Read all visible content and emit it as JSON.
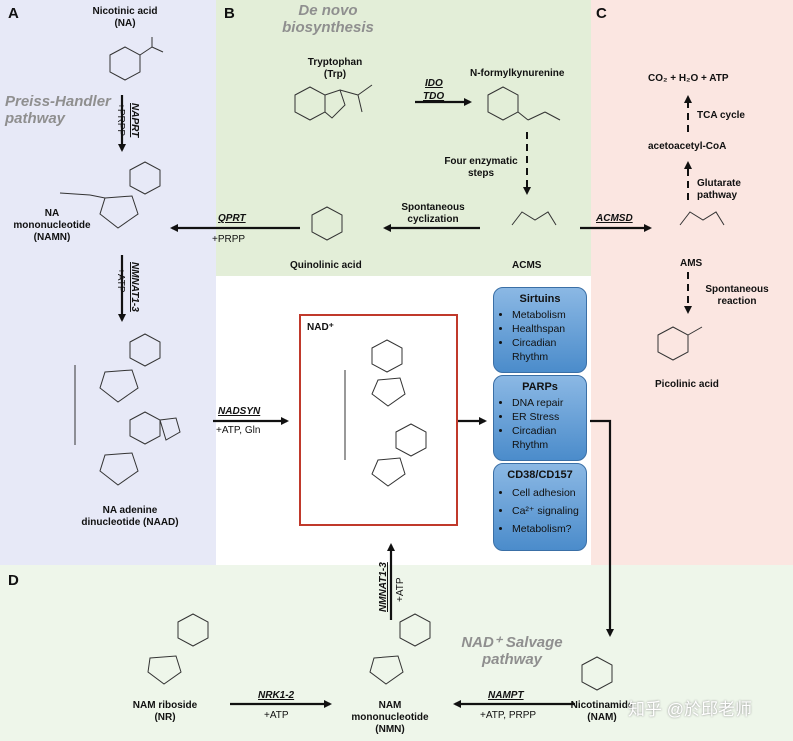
{
  "panels": {
    "a": "A",
    "b": "B",
    "c": "C",
    "d": "D"
  },
  "titles": {
    "preiss": "Preiss-Handler\npathway",
    "denovo": "De novo\nbiosynthesis",
    "salvage": "NAD⁺ Salvage\npathway"
  },
  "compounds": {
    "na": "Nicotinic acid\n(NA)",
    "namn": "NA\nmononucleotide\n(NAMN)",
    "naad": "NA adenine\ndinucleotide (NAAD)",
    "trp": "Tryptophan\n(Trp)",
    "nfk": "N-formylkynurenine",
    "quin": "Quinolinic acid",
    "acms": "ACMS",
    "ams": "AMS",
    "picolinic": "Picolinic acid",
    "co2": "CO₂ + H₂O + ATP",
    "acetoacetyl": "acetoacetyl-CoA",
    "nr": "NAM riboside\n(NR)",
    "nmn": "NAM\nmononucleotide\n(NMN)",
    "nam": "Nicotinamide\n(NAM)",
    "nad": "NAD⁺"
  },
  "enzymes": {
    "naprt": "NAPRT",
    "nmnat_a": "NMNAT1-3",
    "qprt": "QPRT",
    "ido": "IDO",
    "tdo": "TDO",
    "acmsd": "ACMSD",
    "nadsyn": "NADSYN",
    "nmnat_d": "NMNAT1-3",
    "nrk": "NRK1-2",
    "nampt": "NAMPT"
  },
  "cofactors": {
    "prpp_a": "+PRPP",
    "atp_a": "+ATP",
    "prpp_q": "+PRPP",
    "nadsyn": "+ATP, Gln",
    "atp_nmnat": "+ATP",
    "atp_nrk": "+ATP",
    "nampt": "+ATP, PRPP"
  },
  "steps": {
    "four": "Four enzymatic\nsteps",
    "spont_cyc": "Spontaneous\ncyclization",
    "glutarate": "Glutarate\npathway",
    "tca": "TCA cycle",
    "spont_react": "Spontaneous\nreaction"
  },
  "boxes": {
    "sirtuins": {
      "title": "Sirtuins",
      "items": [
        "Metabolism",
        "Healthspan",
        "Circadian\nRhythm"
      ]
    },
    "parps": {
      "title": "PARPs",
      "items": [
        "DNA repair",
        "ER Stress",
        "Circadian\nRhythm"
      ]
    },
    "cd38": {
      "title": "CD38/CD157",
      "items": [
        "Cell adhesion",
        "Ca²⁺ signaling",
        "Metabolism?"
      ]
    }
  },
  "watermark": "知乎 @於邱老师",
  "colors": {
    "panel_a": "#e7e9f7",
    "panel_b": "#e3eed8",
    "panel_c": "#fbe6e1",
    "panel_d": "#eef6ea",
    "nad_border": "#c0392b",
    "box_top": "#8bb8e4",
    "box_bottom": "#4b8ccb"
  }
}
